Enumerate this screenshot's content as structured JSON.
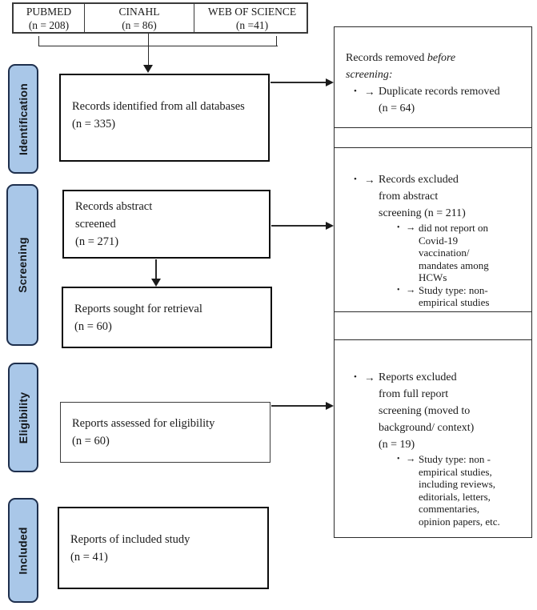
{
  "markers": {
    "bullet": "•",
    "arrow": "→"
  },
  "colors": {
    "stage_fill": "#a9c7e8",
    "stage_border": "#1e2f4d",
    "box_border": "#0d0d0d",
    "side_border": "#2b2b2b"
  },
  "databases": [
    {
      "name": "PUBMED",
      "count": "(n = 208)"
    },
    {
      "name": "CINAHL",
      "count": "(n = 86)"
    },
    {
      "name": "WEB OF SCIENCE",
      "count": "(n =41)"
    }
  ],
  "stages": {
    "identification": "Identification",
    "screening": "Screening",
    "eligibility": "Eligibility",
    "included": "Included"
  },
  "flow": {
    "identified": {
      "lines": [
        "Records identified from all databases",
        "(n = 335)"
      ]
    },
    "screened": {
      "lines": [
        "Records abstract",
        "screened",
        "(n = 271)"
      ]
    },
    "sought": {
      "lines": [
        "Reports sought for retrieval",
        "(n = 60)"
      ]
    },
    "assessed": {
      "lines": [
        "Reports assessed for eligibility",
        "(n = 60)"
      ]
    },
    "included": {
      "lines": [
        "Reports of included study",
        "(n = 41)"
      ]
    }
  },
  "side": {
    "removed": {
      "intro_normal": "Records removed ",
      "intro_italic_1": "before",
      "intro_italic_2": "screening:",
      "bullet_lines": [
        "Duplicate records removed",
        "(n = 64)"
      ]
    },
    "excluded_abstract": {
      "bullet_lines": [
        "Records excluded",
        "from abstract",
        "screening (n = 211)"
      ],
      "sub_1_lines": [
        "did not report on",
        "Covid-19",
        "vaccination/",
        "mandates among",
        "HCWs"
      ],
      "sub_2_lines": [
        "Study type: non-",
        "empirical studies"
      ]
    },
    "excluded_full": {
      "bullet_lines": [
        "Reports excluded",
        "from full report",
        "screening (moved to",
        "background/ context)",
        "(n = 19)"
      ],
      "sub_1_lines": [
        "Study type: non -",
        "empirical studies,",
        "including reviews,",
        "editorials, letters,",
        "commentaries,",
        "opinion papers, etc."
      ]
    }
  }
}
